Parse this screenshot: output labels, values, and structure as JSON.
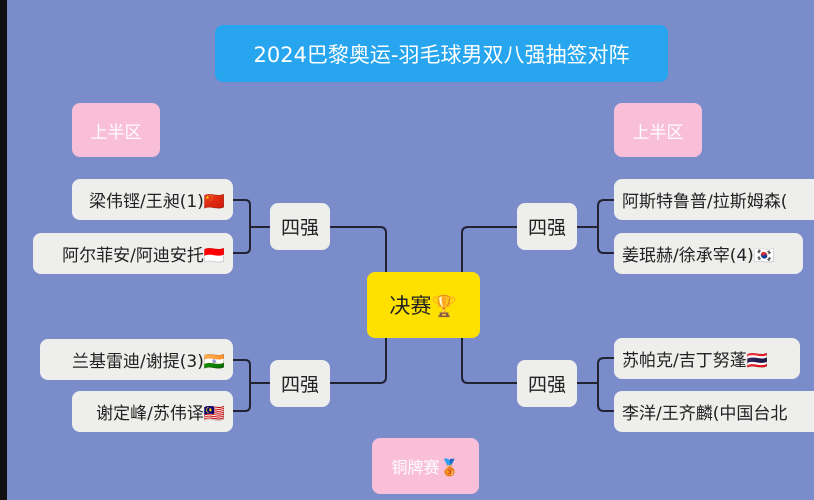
{
  "title": "2024巴黎奥运-羽毛球男双八强抽签对阵",
  "left_label": "上半区",
  "right_label": "上半区",
  "left_teams": [
    "梁伟铿/王昶(1)🇨🇳",
    "阿尔菲安/阿迪安托🇮🇩",
    "兰基雷迪/谢提(3)🇮🇳",
    "谢定峰/苏伟译🇲🇾"
  ],
  "right_teams": [
    "阿斯特鲁普/拉斯姆森(",
    "姜珉赫/徐承宰(4)🇰🇷",
    "苏帕克/吉丁努蓬🇹🇭",
    "李洋/王齐麟(中国台北"
  ],
  "semi_label": "四强",
  "final_label": "决赛🏆",
  "bronze_label": "铜牌赛🥉",
  "colors": {
    "background": "#7b8cca",
    "title": "#27a6ef",
    "final": "#ffe100",
    "label": "#f9bfd9"
  }
}
